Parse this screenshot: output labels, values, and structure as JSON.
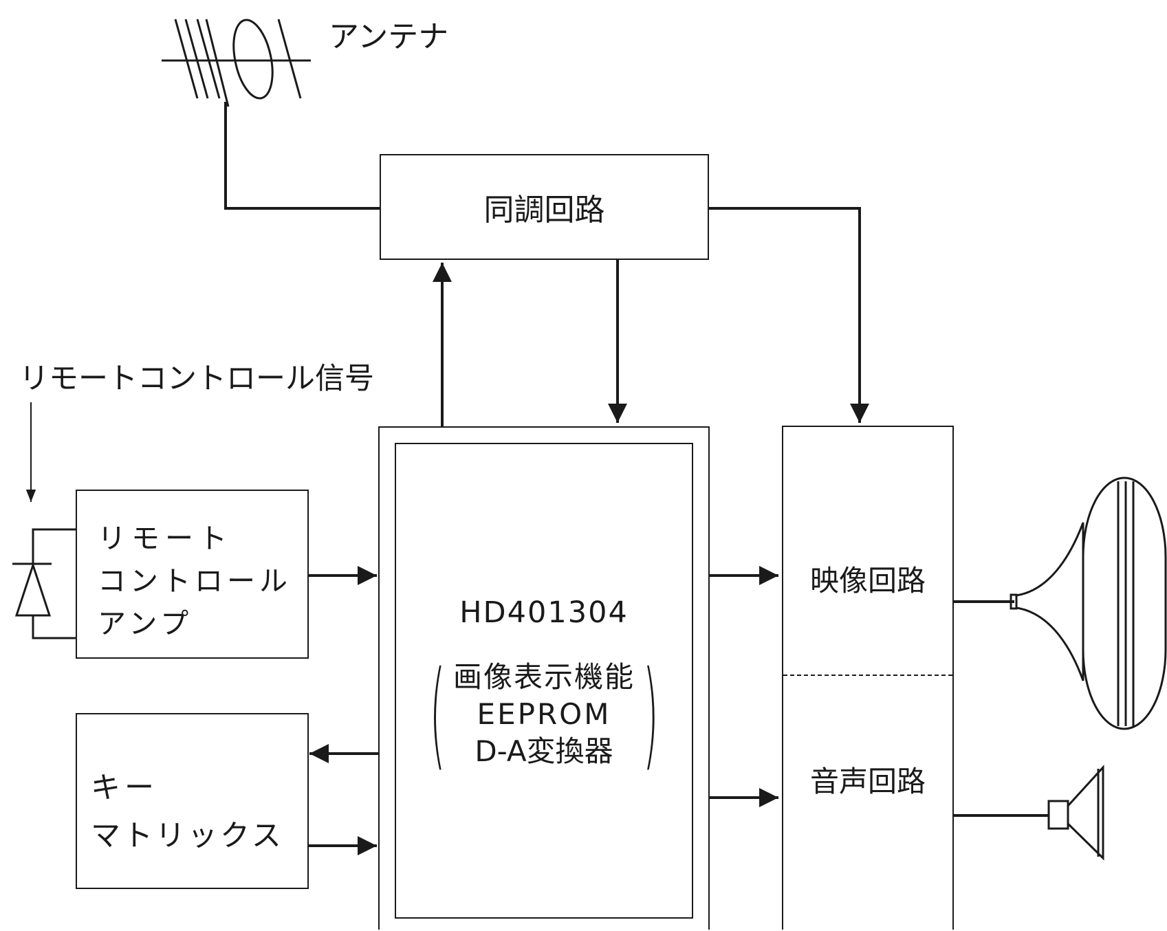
{
  "labels": {
    "antenna": "アンテナ",
    "remote_signal": "リモートコントロール信号"
  },
  "blocks": {
    "tuning": "同調回路",
    "remote_amp": [
      "リモート",
      "コントロール",
      "アンプ"
    ],
    "key_matrix": [
      "キー",
      "マトリックス"
    ],
    "mcu": {
      "part": "HD401304",
      "features": [
        "画像表示機能",
        "EEPROM",
        "D-A変換器"
      ]
    },
    "video": "映像回路",
    "audio": "音声回路"
  },
  "colors": {
    "line": "#1a1a1a",
    "background": "#ffffff"
  }
}
